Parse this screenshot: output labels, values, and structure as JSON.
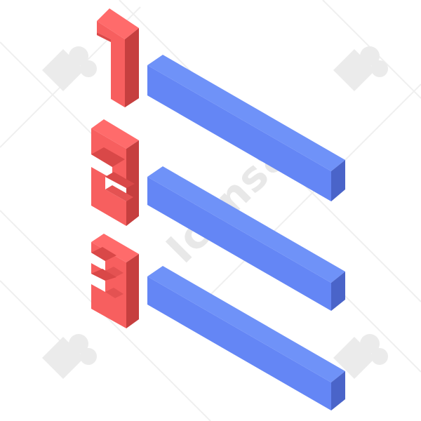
{
  "icon": {
    "name": "numbered-list-icon",
    "style": "isometric-3d",
    "numerals": [
      "1",
      "2",
      "3"
    ],
    "bars": 3,
    "colors": {
      "numeral_face": "#f75f5f",
      "numeral_side": "#de4a4a",
      "numeral_dark": "#c33c3c",
      "bar_top": "#6c8ff7",
      "bar_front": "#6486f5",
      "bar_end": "#4862c8",
      "bar_edge": "#5a7cf0"
    }
  },
  "watermark": {
    "text": "Icons8",
    "logo_name": "icons8-logo-icon",
    "color": "#e9e9e9"
  },
  "background": "#ffffff"
}
